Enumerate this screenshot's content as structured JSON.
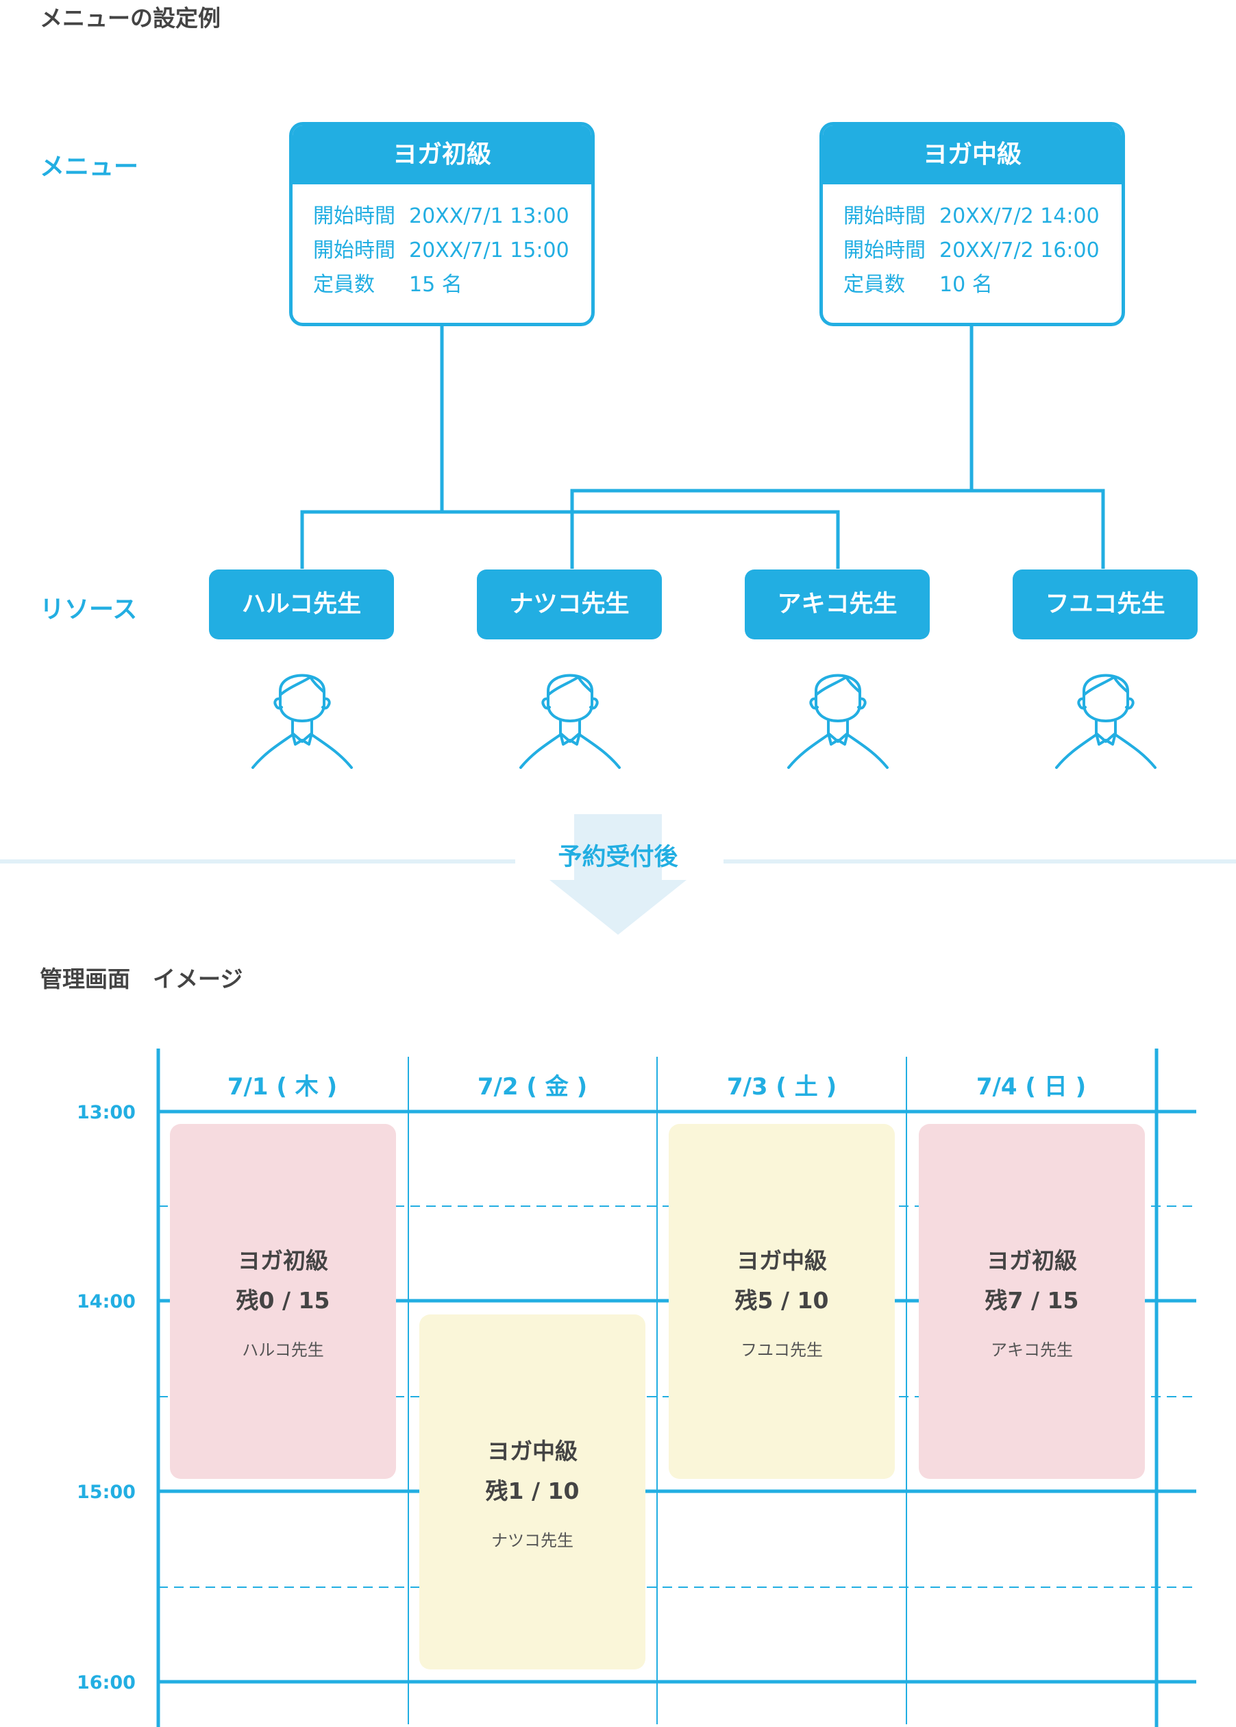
{
  "heading_menu_example": "メニューの設定例",
  "labels": {
    "menu": "メニュー",
    "resource": "リソース"
  },
  "menus": [
    {
      "title": "ヨガ初級",
      "lines": [
        {
          "label": "開始時間",
          "value": "20XX/7/1 13:00"
        },
        {
          "label": "開始時間",
          "value": "20XX/7/1 15:00"
        },
        {
          "label": "定員数",
          "value": "15 名"
        }
      ]
    },
    {
      "title": "ヨガ中級",
      "lines": [
        {
          "label": "開始時間",
          "value": "20XX/7/2 14:00"
        },
        {
          "label": "開始時間",
          "value": "20XX/7/2 16:00"
        },
        {
          "label": "定員数",
          "value": "10 名"
        }
      ]
    }
  ],
  "resources": [
    "ハルコ先生",
    "ナツコ先生",
    "アキコ先生",
    "フユコ先生"
  ],
  "arrow_text": "予約受付後",
  "heading_admin": "管理画面　イメージ",
  "calendar": {
    "days": [
      "7/1 ( 木 )",
      "7/2 ( 金 )",
      "7/3 ( 土 )",
      "7/4 ( 日 )"
    ],
    "times": [
      "13:00",
      "14:00",
      "15:00",
      "16:00"
    ],
    "events": [
      {
        "title": "ヨガ初級",
        "remaining": "残0 / 15",
        "teacher": "ハルコ先生"
      },
      {
        "title": "ヨガ中級",
        "remaining": "残1 / 10",
        "teacher": "ナツコ先生"
      },
      {
        "title": "ヨガ中級",
        "remaining": "残5 / 10",
        "teacher": "フユコ先生"
      },
      {
        "title": "ヨガ初級",
        "remaining": "残7 / 15",
        "teacher": "アキコ先生"
      }
    ]
  },
  "colors": {
    "accent": "#22aee2",
    "beginner_block": "#f6dbdf",
    "intermediate_block": "#faf6d9",
    "arrow": "#e1f0f8",
    "heading_text": "#444444"
  }
}
